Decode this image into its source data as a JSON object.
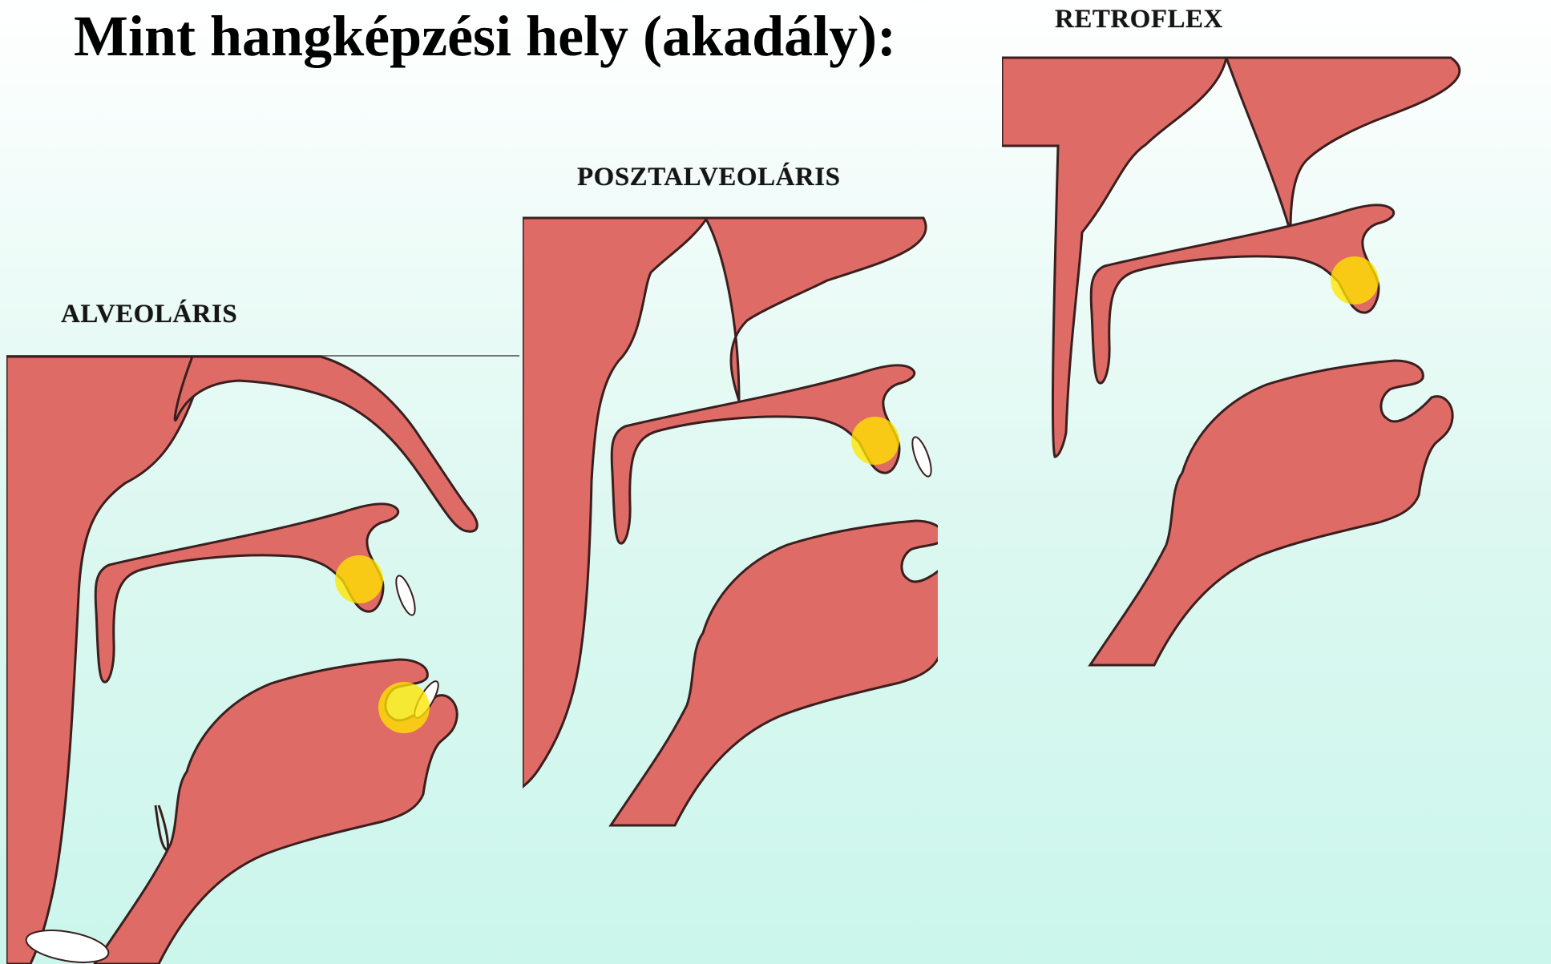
{
  "slide": {
    "title": "Mint hangképzési hely (akadály):"
  },
  "panels": [
    {
      "label": "ALVEOLÁRIS"
    },
    {
      "label": "POSZTALVEOLÁRIS"
    },
    {
      "label": "RETROFLEX"
    }
  ],
  "colors": {
    "tissue": "#df6b66",
    "outline": "#3a1f1f",
    "teeth": "#ffffff",
    "articulation_point": "#ffe600",
    "background_top": "#ffffff",
    "background_bottom": "#cbf6ec"
  },
  "icons": [
    "articulation-point-marker",
    "tooth-icon"
  ]
}
